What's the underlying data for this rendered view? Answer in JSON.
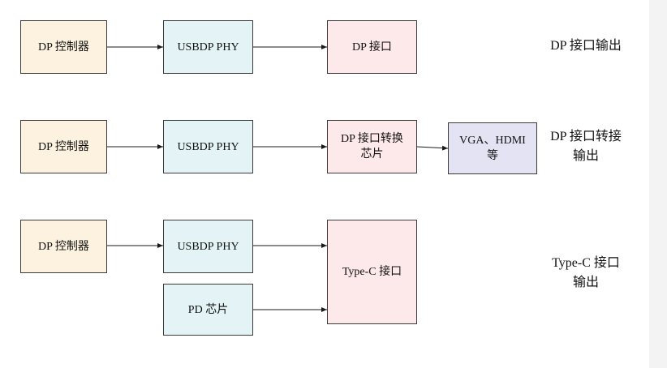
{
  "row1": {
    "controller": "DP 控制器",
    "phy": "USBDP PHY",
    "port": "DP 接口",
    "caption": "DP 接口输出"
  },
  "row2": {
    "controller": "DP 控制器",
    "phy": "USBDP PHY",
    "converter": "DP 接口转换\n芯片",
    "output": "VGA、HDMI\n等",
    "caption": "DP 接口转接\n输出"
  },
  "row3": {
    "controller": "DP 控制器",
    "phy": "USBDP PHY",
    "pd": "PD 芯片",
    "port": "Type-C 接口",
    "caption": "Type-C 接口\n输出"
  },
  "colors": {
    "controller": "#fdf2e0",
    "phy": "#e4f4f6",
    "port": "#fde8ea",
    "vga": "#e3e3f4",
    "line": "#1a1a1a"
  }
}
